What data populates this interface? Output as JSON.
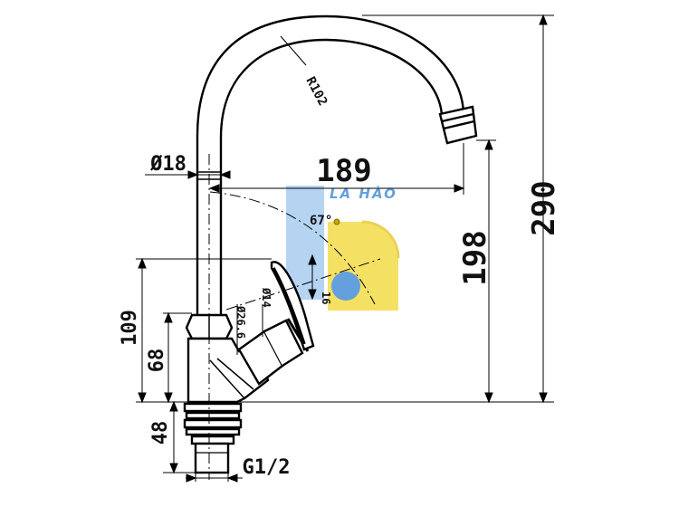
{
  "dimensions": {
    "overall_height": "290",
    "spout_height": "198",
    "reach": "189",
    "pipe_diameter": "Ø18",
    "arc_radius": "R102",
    "body_height": "109",
    "lower_body_height": "68",
    "thread_length": "48",
    "thread_size": "G1/2",
    "handle_diameter_outer": "Ø26.6",
    "handle_diameter_inner": "Ø14",
    "handle_length": "16",
    "rotation_angle": "67°"
  },
  "watermark": {
    "text": "LA HÀO",
    "colors": {
      "blue": "#4a90d9",
      "yellow": "#f3dc4a",
      "light_blue": "#a9cdf0"
    }
  },
  "colors": {
    "line": "#111111",
    "outline": "#000000"
  }
}
